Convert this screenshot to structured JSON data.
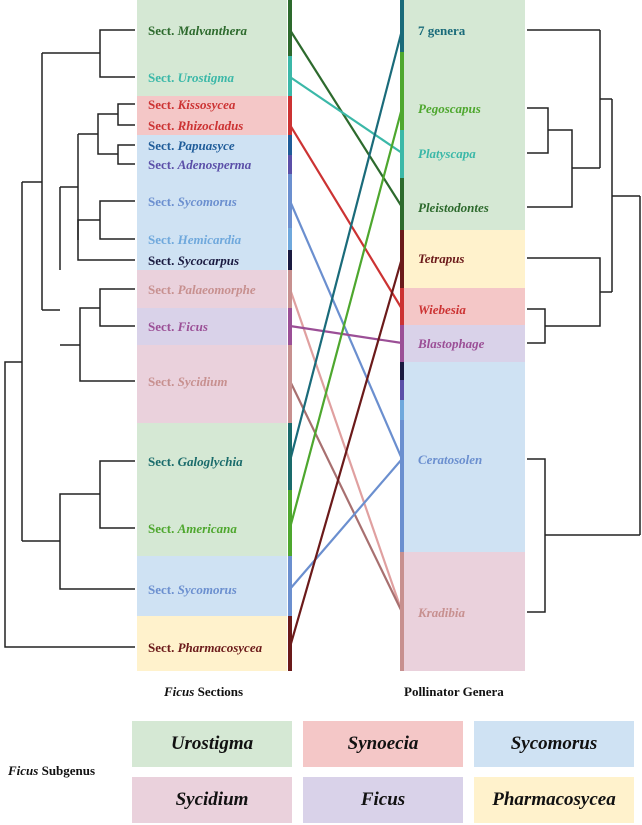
{
  "column_labels": {
    "left_italic": "Ficus",
    "left_rest": " Sections",
    "right": "Pollinator Genera"
  },
  "legend": {
    "label_italic": "Ficus",
    "label_rest": " Subgenus",
    "items": [
      {
        "name": "Urostigma",
        "color": "#d5e8d4"
      },
      {
        "name": "Synoecia",
        "color": "#f4c7c7"
      },
      {
        "name": "Sycomorus",
        "color": "#cfe2f3"
      },
      {
        "name": "Sycidium",
        "color": "#ead1dc"
      },
      {
        "name": "Ficus",
        "color": "#d9d2e9"
      },
      {
        "name": "Pharmacosycea",
        "color": "#fff2cc"
      }
    ]
  },
  "sections": [
    {
      "prefix": "Sect. ",
      "name": "Malvanthera",
      "color": "#2d6a2d",
      "band": "#d5e8d4"
    },
    {
      "prefix": "Sect. ",
      "name": "Urostigma",
      "color": "#3bb8a8",
      "band": "#d5e8d4"
    },
    {
      "prefix": "Sect. ",
      "name": "Kissosycea",
      "color": "#cc3333",
      "band": "#f4c7c7"
    },
    {
      "prefix": "Sect. ",
      "name": "Rhizocladus",
      "color": "#cc3333",
      "band": "#f4c7c7"
    },
    {
      "prefix": "Sect. ",
      "name": "Papuasyce",
      "color": "#1f5c99",
      "band": "#cfe2f3"
    },
    {
      "prefix": "Sect. ",
      "name": "Adenosperma",
      "color": "#5b4fa8",
      "band": "#cfe2f3"
    },
    {
      "prefix": "Sect. ",
      "name": "Sycomorus",
      "color": "#6b8fcf",
      "band": "#cfe2f3"
    },
    {
      "prefix": "Sect. ",
      "name": "Hemicardia",
      "color": "#6fa8dc",
      "band": "#cfe2f3"
    },
    {
      "prefix": "Sect. ",
      "name": "Sycocarpus",
      "color": "#1a1a40",
      "band": "#cfe2f3"
    },
    {
      "prefix": "Sect. ",
      "name": "Palaeomorphe",
      "color": "#c7908f",
      "band": "#ead1dc"
    },
    {
      "prefix": "Sect. ",
      "name": "Ficus",
      "color": "#9b4f96",
      "band": "#d9d2e9"
    },
    {
      "prefix": "Sect. ",
      "name": "Sycidium",
      "color": "#c7908f",
      "band": "#ead1dc"
    },
    {
      "prefix": "Sect. ",
      "name": "Galoglychia",
      "color": "#1a6b6b",
      "band": "#d5e8d4"
    },
    {
      "prefix": "Sect. ",
      "name": "Americana",
      "color": "#4ea72e",
      "band": "#d5e8d4"
    },
    {
      "prefix": "Sect. ",
      "name": "Sycomorus",
      "color": "#6b8fcf",
      "band": "#cfe2f3"
    },
    {
      "prefix": "Sect. ",
      "name": "Pharmacosycea",
      "color": "#6b1a1a",
      "band": "#fff2cc"
    }
  ],
  "pollinators": [
    {
      "name": "7 genera",
      "italic": false,
      "color": "#1a6b7a",
      "band": "#d5e8d4"
    },
    {
      "name": "Pegoscapus",
      "italic": true,
      "color": "#4ea72e",
      "band": "#d5e8d4"
    },
    {
      "name": "Platyscapa",
      "italic": true,
      "color": "#3bb8a8",
      "band": "#d5e8d4"
    },
    {
      "name": "Pleistodontes",
      "italic": true,
      "color": "#2d6a2d",
      "band": "#d5e8d4"
    },
    {
      "name": "Tetrapus",
      "italic": true,
      "color": "#6b1a1a",
      "band": "#fff2cc"
    },
    {
      "name": "Wiebesia",
      "italic": true,
      "color": "#cc3333",
      "band": "#f4c7c7"
    },
    {
      "name": "Blastophage",
      "italic": true,
      "color": "#9b4f96",
      "band": "#d9d2e9"
    },
    {
      "name": "Ceratosolen",
      "italic": true,
      "color": "#6b8fcf",
      "band": "#cfe2f3"
    },
    {
      "name": "Kradibia",
      "italic": true,
      "color": "#c7908f",
      "band": "#ead1dc"
    }
  ],
  "links": [
    {
      "from": 0,
      "to": 3,
      "color": "#2d6a2d"
    },
    {
      "from": 1,
      "to": 2,
      "color": "#3bb8a8"
    },
    {
      "from": 3,
      "to": 5,
      "color": "#cc3333"
    },
    {
      "from": 6,
      "to": 7,
      "color": "#6b8fcf"
    },
    {
      "from": 9,
      "to": 8,
      "color": "#e0a0a0"
    },
    {
      "from": 10,
      "to": 6,
      "color": "#9b4f96"
    },
    {
      "from": 11,
      "to": 8,
      "color": "#a87070"
    },
    {
      "from": 12,
      "to": 0,
      "color": "#1a6b7a"
    },
    {
      "from": 13,
      "to": 1,
      "color": "#4ea72e"
    },
    {
      "from": 14,
      "to": 7,
      "color": "#6b8fcf"
    },
    {
      "from": 15,
      "to": 4,
      "color": "#6b1a1a"
    }
  ]
}
